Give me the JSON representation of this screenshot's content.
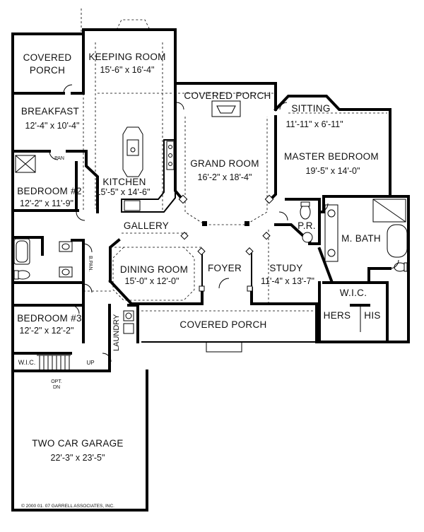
{
  "rooms": {
    "covered_porch_left": {
      "name_line1": "COVERED",
      "name_line2": "PORCH"
    },
    "keeping_room": {
      "name": "KEEPING ROOM",
      "dims": "15'-6\" x 16'-4\""
    },
    "covered_porch_top": {
      "name": "COVERED PORCH"
    },
    "sitting": {
      "name": "SITTING",
      "dims": "11'-11\" x 6'-11\""
    },
    "breakfast": {
      "name": "BREAKFAST",
      "dims": "12'-4\" x 10'-4\""
    },
    "grand_room": {
      "name": "GRAND ROOM",
      "dims": "16'-2\" x 18'-4\""
    },
    "master_bedroom": {
      "name": "MASTER BEDROOM",
      "dims": "19'-5\" x 14'-0\""
    },
    "kitchen": {
      "name": "KITCHEN",
      "dims": "15'-5\" x 14'-6\""
    },
    "bedroom2": {
      "name": "BEDROOM #2",
      "dims": "12'-2\" x 11'-9\""
    },
    "gallery": {
      "name": "GALLERY"
    },
    "pr": {
      "name": "P.R."
    },
    "m_bath": {
      "name": "M. BATH"
    },
    "dining_room": {
      "name": "DINING ROOM",
      "dims": "15'-0\" x 12'-0\""
    },
    "foyer": {
      "name": "FOYER"
    },
    "study": {
      "name": "STUDY",
      "dims": "11'-4\" x 13'-7\""
    },
    "wic_master": {
      "name": "W.I.C.",
      "hers": "HERS",
      "his": "HIS"
    },
    "bedroom3": {
      "name": "BEDROOM #3",
      "dims": "12'-2\" x 12'-2\""
    },
    "laundry": {
      "name": "LAUNDRY"
    },
    "covered_porch_front": {
      "name": "COVERED PORCH"
    },
    "wic_small": {
      "name": "W.I.C."
    },
    "garage": {
      "name": "TWO CAR GARAGE",
      "dims": "22'-3\" x 23'-5\""
    }
  },
  "small_labels": {
    "pan": "PAN",
    "b_pan": "B.PAN.",
    "up": "UP",
    "opt": "OPT.",
    "dn": "DN"
  },
  "copyright": "© 2000 01. 07 GARRELL ASSOCIATES, INC."
}
